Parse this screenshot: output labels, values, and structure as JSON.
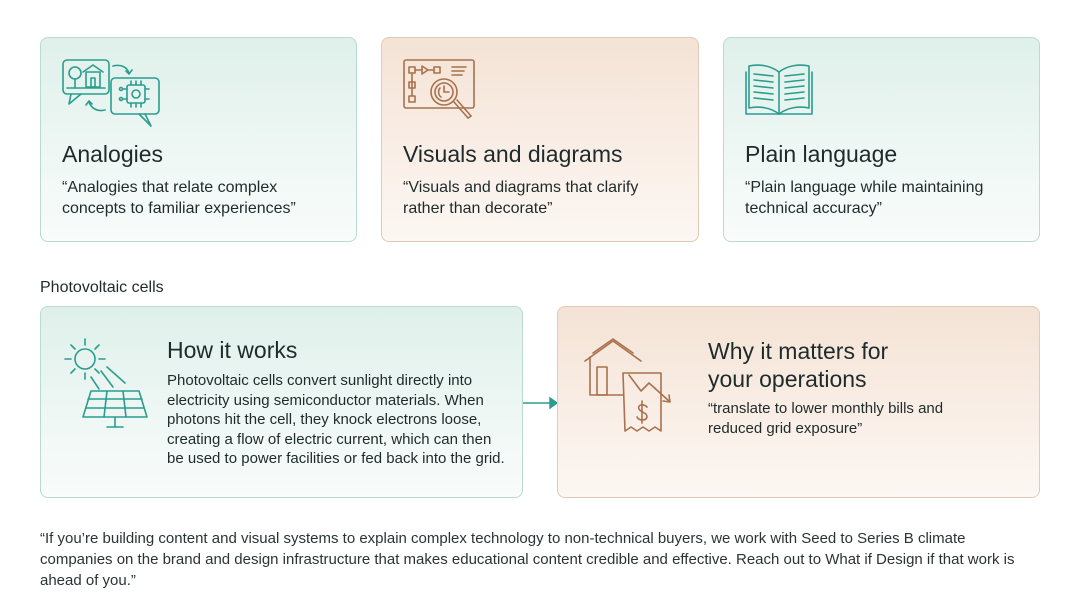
{
  "cards": [
    {
      "title": "Analogies",
      "quote": "“Analogies that relate complex concepts to familiar experiences”",
      "icon": "analogy-chat-icon"
    },
    {
      "title": "Visuals and diagrams",
      "quote": "“Visuals and diagrams that clarify rather than decorate”",
      "icon": "diagram-magnifier-icon"
    },
    {
      "title": "Plain language",
      "quote": "“Plain language while maintaining technical accuracy”",
      "icon": "open-book-icon"
    }
  ],
  "section": {
    "label": "Photovoltaic cells",
    "how": {
      "title": "How it works",
      "body": "Photovoltaic cells convert sunlight directly into electricity using semiconductor materials. When photons hit the cell, they knock electrons loose, creating a flow of electric current, which can then be used to power facilities or fed back into the grid.",
      "icon": "solar-panel-icon"
    },
    "why": {
      "title": "Why it matters for your operations",
      "quote": "“translate to lower monthly bills and reduced grid exposure”",
      "icon": "house-bill-icon"
    },
    "arrow_icon": "arrow-right-icon"
  },
  "footer": {
    "text": "“If you’re building content and visual systems to explain complex technology to non-technical buyers, we work with Seed to Series B climate companies on the brand and design infrastructure that makes educational content credible and effective. Reach out to What if Design if that work is ahead of you.”"
  },
  "colors": {
    "teal_accent": "#2a9d8f",
    "peach_accent": "#a9714e",
    "teal_bg": "#e6f3ef",
    "peach_bg": "#f7e9de"
  }
}
